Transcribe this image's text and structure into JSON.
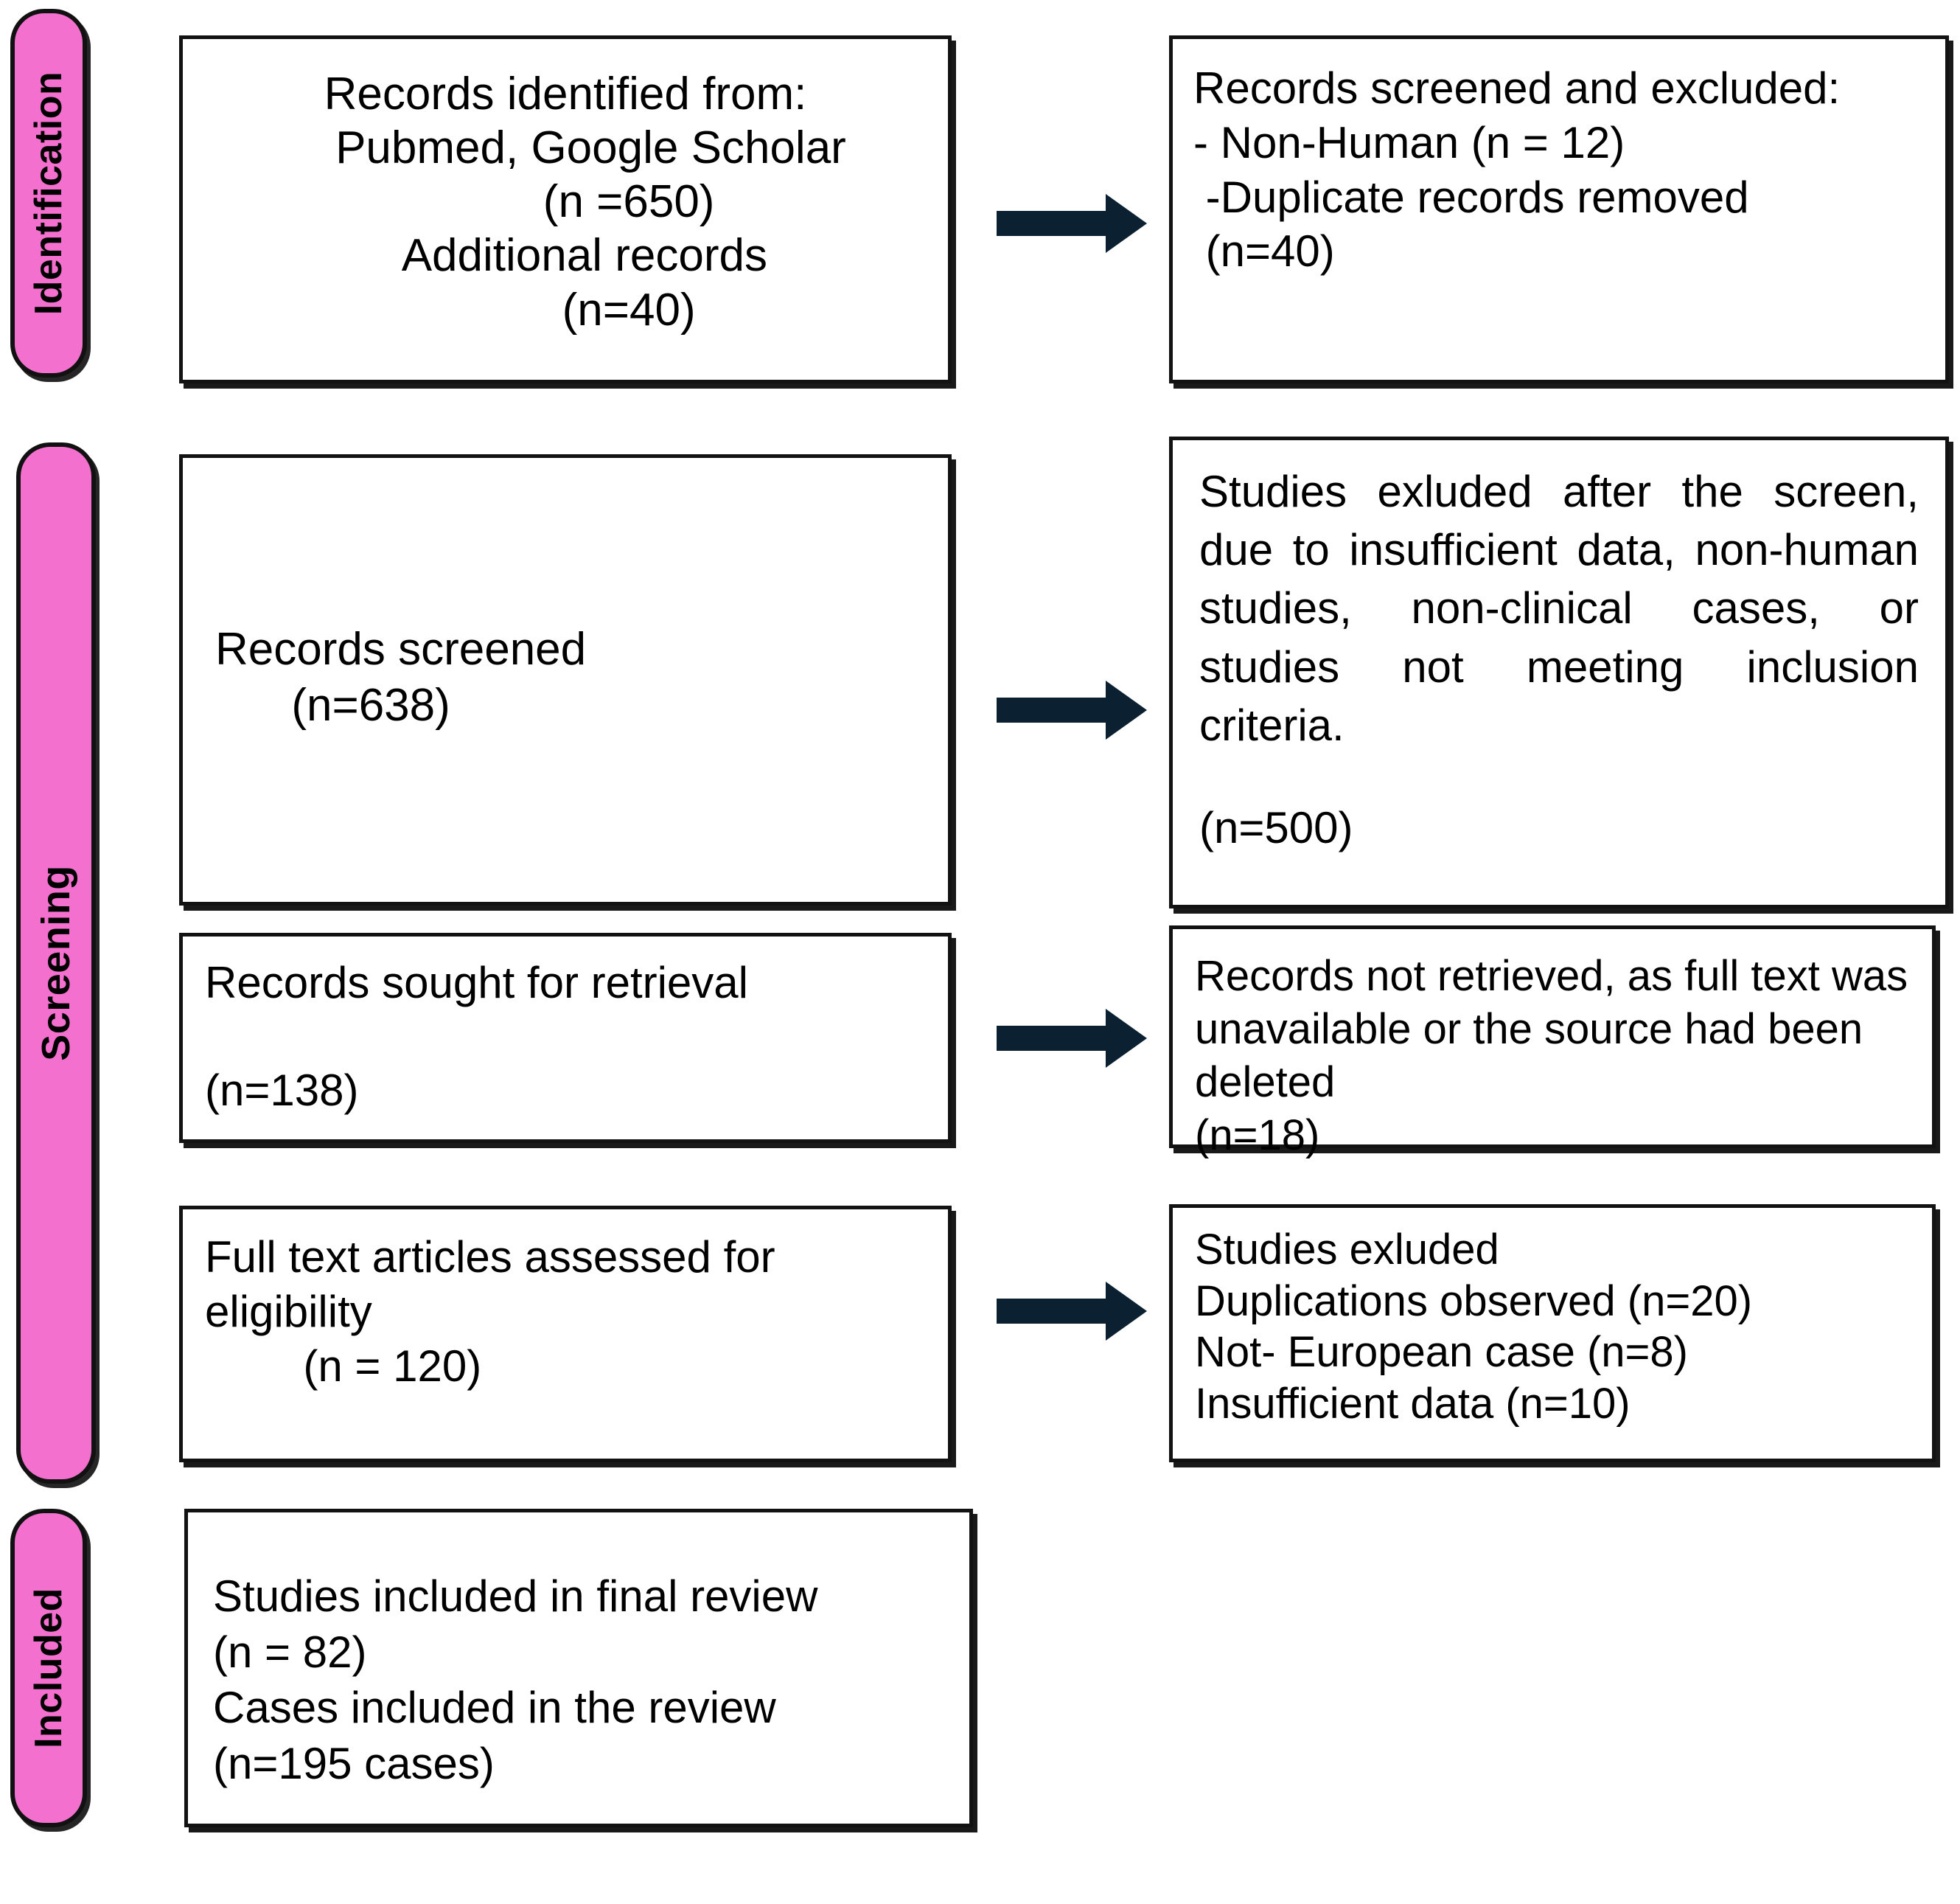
{
  "diagram": {
    "title": "PRISMA flow diagram",
    "accent_pink": "#f470cf",
    "line_color": "#121212",
    "arrow_color": "#0b2030"
  },
  "stages": [
    {
      "key": "identification",
      "label": "Identification"
    },
    {
      "key": "screening",
      "label": "Screening"
    },
    {
      "key": "included",
      "label": "Included"
    }
  ],
  "boxes": {
    "records_identified": {
      "text": "Records identified from:\n    Pubmed, Google Scholar\n          (n =650)\n   Additional records\n          (n=40)"
    },
    "records_screened_excluded": {
      "text": "Records screened and excluded:\n- Non-Human (n = 12)\n -Duplicate records removed\n (n=40)"
    },
    "records_screened": {
      "text": "Records screened\n      (n=638)"
    },
    "studies_excluded_after_screen": {
      "text": "Studies exluded after the screen, due to insufficient data, non-human studies, non-clinical cases, or studies not meeting inclusion criteria.",
      "count": "(n=500)"
    },
    "records_sought": {
      "text": "Records sought for retrieval\n\n(n=138)"
    },
    "records_not_retrieved": {
      "text": "Records not retrieved, as full text was unavailable or the source had been deleted\n(n=18)"
    },
    "full_text_assessed": {
      "text": "Full text articles assessed for eligibility\n        (n = 120)"
    },
    "studies_excluded": {
      "text": "Studies exluded\nDuplications observed (n=20)\nNot- European case (n=8)\nInsufficient data (n=10)"
    },
    "studies_included": {
      "text": "Studies included in final review\n(n = 82)\nCases included in the review\n(n=195 cases)"
    }
  },
  "arrows": [
    {
      "key": "arrow-identification",
      "name": "arrow-records-identified-to-excluded"
    },
    {
      "key": "arrow-screening",
      "name": "arrow-records-screened-to-excluded"
    },
    {
      "key": "arrow-retrieval",
      "name": "arrow-sought-to-not-retrieved"
    },
    {
      "key": "arrow-eligibility",
      "name": "arrow-fulltext-to-excluded"
    }
  ]
}
